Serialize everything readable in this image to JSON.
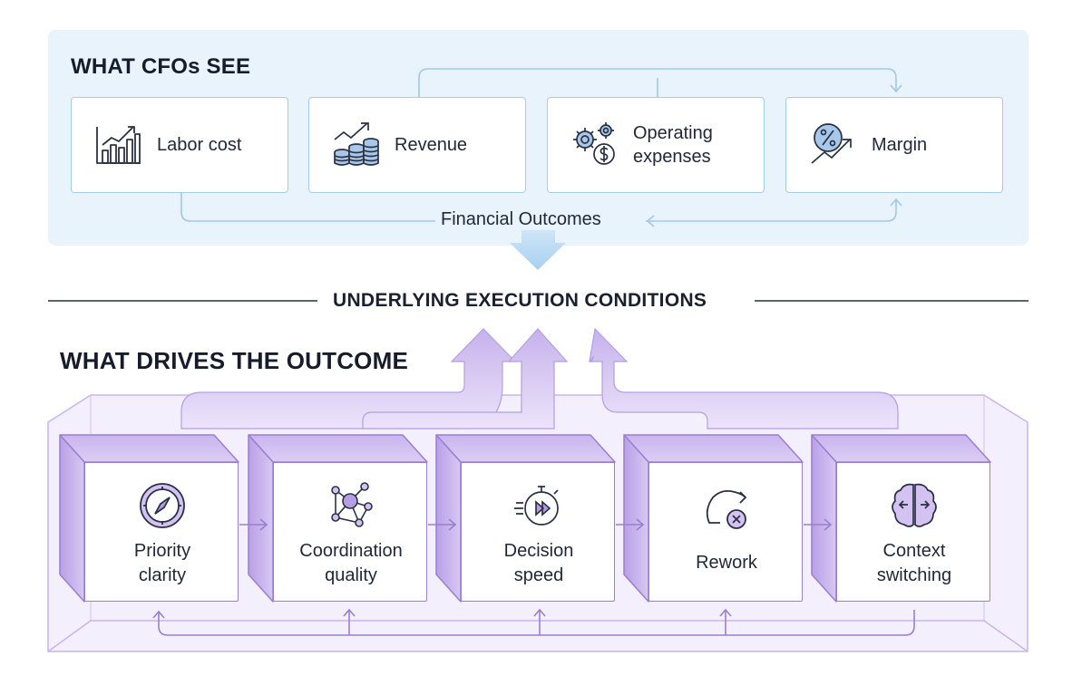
{
  "top": {
    "title": "WHAT CFOs SEE",
    "cards": [
      {
        "label": "Labor cost",
        "icon": "bar-chart-icon"
      },
      {
        "label": "Revenue",
        "icon": "coins-growth-icon"
      },
      {
        "label": "Operating\nexpenses",
        "icon": "gears-dollar-icon"
      },
      {
        "label": "Margin",
        "icon": "percent-trend-icon"
      }
    ],
    "outcomes_label": "Financial Outcomes"
  },
  "divider": {
    "title": "UNDERLYING EXECUTION CONDITIONS"
  },
  "bottom": {
    "title": "WHAT DRIVES THE OUTCOME",
    "drivers": [
      {
        "label": "Priority\nclarity",
        "icon": "compass-icon"
      },
      {
        "label": "Coordination\nquality",
        "icon": "network-icon"
      },
      {
        "label": "Decision\nspeed",
        "icon": "stopwatch-icon"
      },
      {
        "label": "Rework",
        "icon": "rework-loop-icon"
      },
      {
        "label": "Context\nswitching",
        "icon": "brain-icon"
      }
    ]
  },
  "colors": {
    "top_panel": "#e8f3fc",
    "card_border": "#a6cde6",
    "purple": "#9a7fd0",
    "purple_fill": "#d9c9f3"
  }
}
